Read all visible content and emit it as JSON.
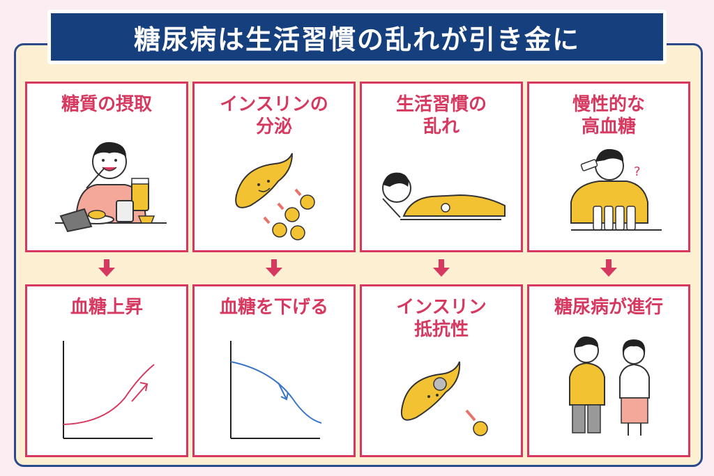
{
  "title": "糖尿病は生活習慣の乱れが引き金に",
  "columns": [
    {
      "top": "糖質の摂取",
      "bottom": "血糖上昇"
    },
    {
      "top": "インスリンの\n分泌",
      "bottom": "血糖を下げる"
    },
    {
      "top": "生活習慣の\n乱れ",
      "bottom": "インスリン\n抵抗性"
    },
    {
      "top": "慢性的な\n高血糖",
      "bottom": "糖尿病が進行"
    }
  ],
  "colors": {
    "accent": "#d6385f",
    "navy": "#16407d",
    "panel": "#fcefd2",
    "background": "#fcedf3"
  },
  "icons": {
    "c1_top": "person-eating-icon",
    "c2_top": "pancreas-insulin-icon",
    "c3_top": "person-lying-icon",
    "c4_top": "person-drinking-icon",
    "c1_bottom": "rising-line-graph-icon",
    "c2_bottom": "falling-line-graph-icon",
    "c3_bottom": "tired-pancreas-icon",
    "c4_bottom": "couple-worried-icon"
  }
}
